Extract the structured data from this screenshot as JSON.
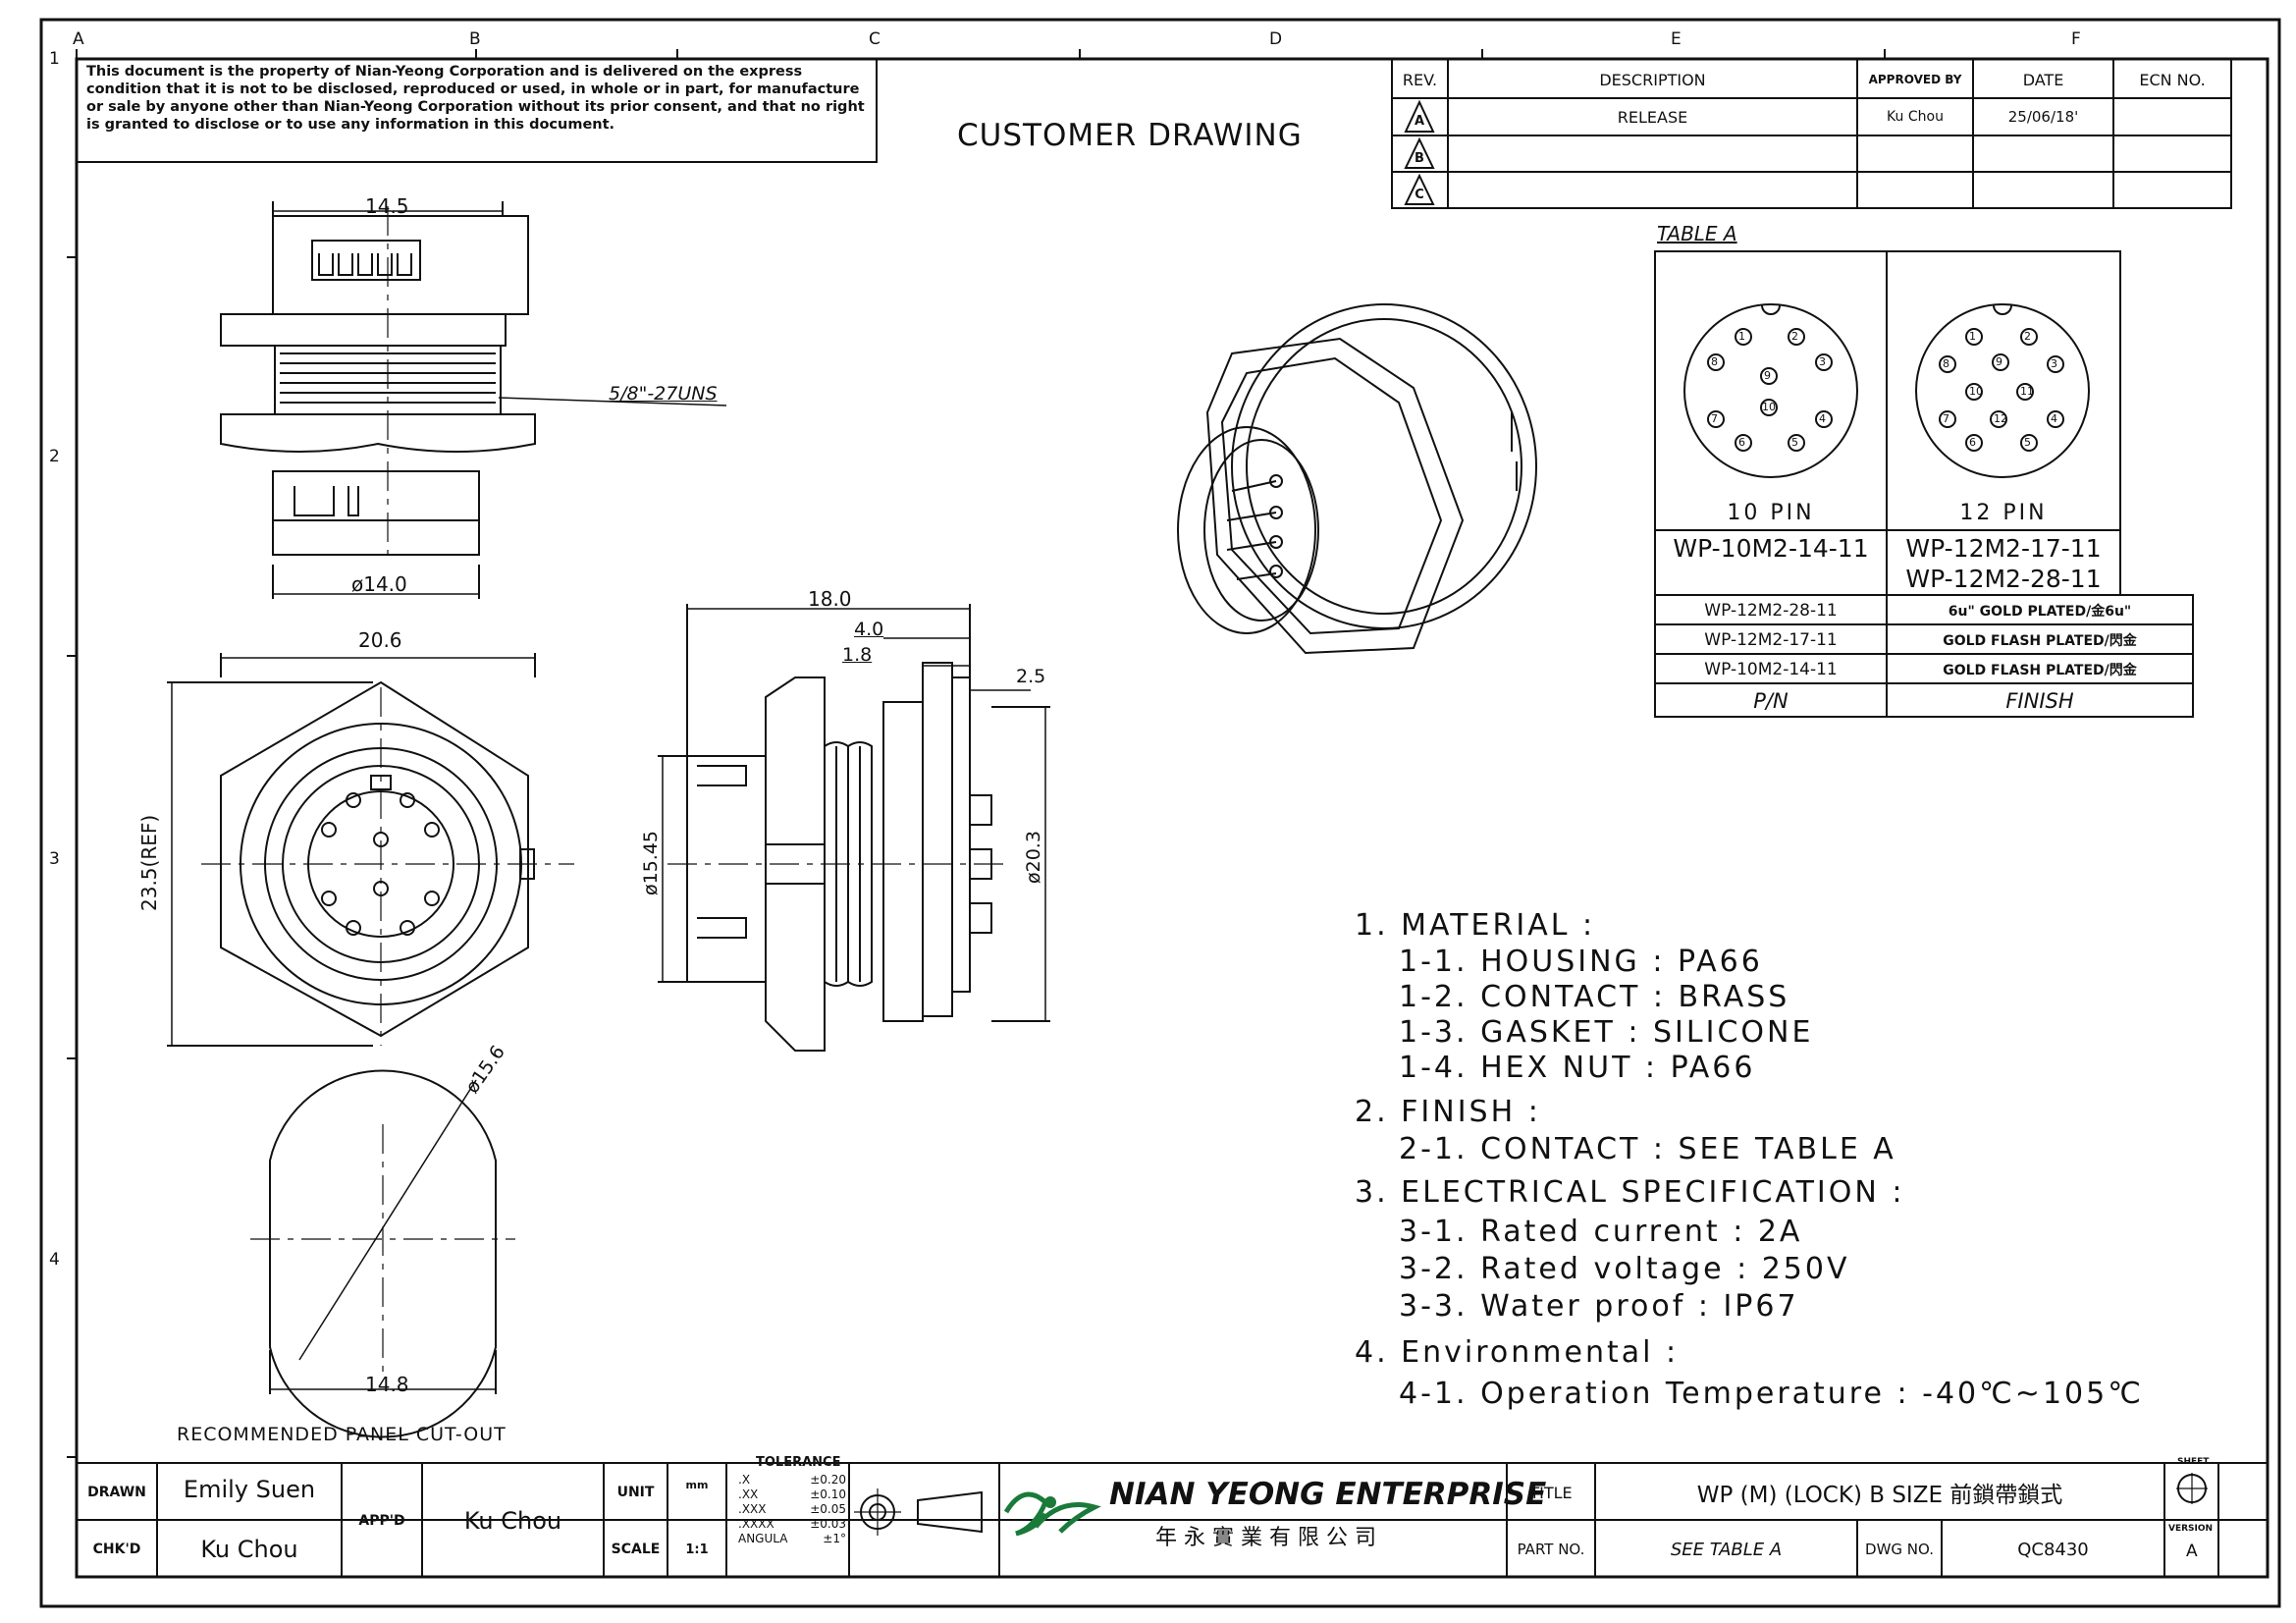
{
  "border": {
    "col_labels": [
      "A",
      "B",
      "C",
      "D",
      "E",
      "F"
    ],
    "row_labels": [
      "1",
      "2",
      "3",
      "4"
    ]
  },
  "notice": "This document is the property of Nian-Yeong Corporation and is delivered on the express condition that it is not to be disclosed, reproduced or used, in whole or in part, for manufacture or sale by anyone other than Nian-Yeong Corporation without its prior consent, and that no right is granted to disclose or to use any information in this document.",
  "drawing_title": "CUSTOMER DRAWING",
  "revision_table": {
    "headers": [
      "REV.",
      "DESCRIPTION",
      "APPROVED BY",
      "DATE",
      "ECN NO."
    ],
    "rows": [
      {
        "rev": "A",
        "description": "RELEASE",
        "approved_by": "Ku Chou",
        "date": "25/06/18'",
        "ecn": ""
      },
      {
        "rev": "B",
        "description": "",
        "approved_by": "",
        "date": "",
        "ecn": ""
      },
      {
        "rev": "C",
        "description": "",
        "approved_by": "",
        "date": "",
        "ecn": ""
      }
    ]
  },
  "table_a": {
    "title": "TABLE A",
    "pin_10_label": "10 PIN",
    "pin_12_label": "12 PIN",
    "pn_10": "WP-10M2-14-11",
    "pn_12_a": "WP-12M2-17-11",
    "pn_12_b": "WP-12M2-28-11",
    "finish_rows": [
      {
        "pn": "WP-12M2-28-11",
        "finish": "6u\" GOLD PLATED/金6u\""
      },
      {
        "pn": "WP-12M2-17-11",
        "finish": "GOLD FLASH PLATED/閃金"
      },
      {
        "pn": "WP-10M2-14-11",
        "finish": "GOLD FLASH PLATED/閃金"
      }
    ],
    "col_pn": "P/N",
    "col_finish": "FINISH",
    "pin_numbers_10": [
      "1",
      "2",
      "3",
      "4",
      "5",
      "6",
      "7",
      "8",
      "9",
      "10"
    ],
    "pin_numbers_12": [
      "1",
      "2",
      "3",
      "4",
      "5",
      "6",
      "7",
      "8",
      "9",
      "10",
      "11",
      "12"
    ]
  },
  "dimensions": {
    "top_width": "14.5",
    "thread": "5/8\"-27UNS",
    "top_dia": "ø14.0",
    "front_width": "20.6",
    "front_height": "23.5(REF)",
    "side_len": "18.0",
    "side_4": "4.0",
    "side_18": "1.8",
    "side_25": "2.5",
    "side_dia1": "ø15.45",
    "side_dia2": "ø20.3",
    "cutout_dia": "ø15.6",
    "cutout_width": "14.8",
    "cutout_label": "RECOMMENDED PANEL CUT-OUT"
  },
  "notes": [
    "1. MATERIAL :",
    "1-1. HOUSING : PA66",
    "1-2. CONTACT : BRASS",
    "1-3. GASKET : SILICONE",
    "1-4. HEX NUT : PA66",
    "2. FINISH :",
    "2-1. CONTACT : SEE TABLE A",
    "3. ELECTRICAL SPECIFICATION :",
    "3-1. Rated current : 2A",
    "3-2. Rated voltage : 250V",
    "3-3. Water proof : IP67",
    "4. Environmental :",
    "4-1. Operation Temperature : -40℃~105℃"
  ],
  "title_block": {
    "drawn_label": "DRAWN",
    "drawn_value": "Emily Suen",
    "chkd_label": "CHK'D",
    "chkd_value": "Ku Chou",
    "appd_label": "APP'D",
    "appd_value": "Ku Chou",
    "unit_label": "UNIT",
    "unit_value": "mm",
    "scale_label": "SCALE",
    "scale_value": "1:1",
    "tolerance_title": "TOLERANCE",
    "tolerances": [
      {
        "k": ".X",
        "v": "±0.20"
      },
      {
        "k": ".XX",
        "v": "±0.10"
      },
      {
        "k": ".XXX",
        "v": "±0.05"
      },
      {
        "k": ".XXXX",
        "v": "±0.03"
      },
      {
        "k": "ANGULA",
        "v": "±1°"
      }
    ],
    "company_en": "NIAN YEONG ENTERPRISE",
    "company_zh": "年 永 實 業 有 限 公 司",
    "title_label": "TITLE",
    "title_value": "WP (M) (LOCK) B SIZE 前鎖帶鎖式",
    "partno_label": "PART NO.",
    "partno_value": "SEE TABLE A",
    "dwgno_label": "DWG NO.",
    "dwgno_value": "QC8430",
    "sheet_label": "SHEET",
    "version_label": "VERSION",
    "version_value": "A"
  }
}
